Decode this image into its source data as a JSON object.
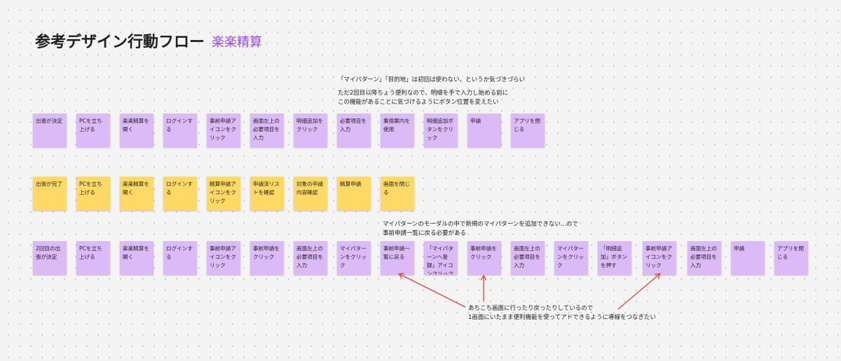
{
  "header": {
    "title": "参考デザイン行動フロー",
    "subtitle": "楽楽精算"
  },
  "notes": {
    "mypattern_comment": "「マイパターン」「目的地」は初回は使わない、というか気づきづらい",
    "second_use_comment": "ただ2回目以降ちょう便利なので、明細を手で入力し始める前に\nこの機能があることに気づけるようにボタン位置を変えたい",
    "modal_comment": "マイパターンのモーダルの中で新規のマイパターンを追加できない...ので\n事前申請一覧に戻る必要がある",
    "navigation_comment": "あちこち画面に行ったり戻ったりしているので\n1画面にいたまま便利機能を使ってアドできるように導線をつなぎたい"
  },
  "rows": {
    "row1": [
      "出張が決定",
      "PCを立ち上げる",
      "楽楽精算を開く",
      "ログインする",
      "事前申請アイコンをクリック",
      "画面左上の必要項目を入力",
      "明細追加をクリック",
      "必要項目を入力",
      "乗換案内を使用",
      "明細追加ボタンをクリック",
      "申請",
      "アプリを閉じる"
    ],
    "row2": [
      "出張が完了",
      "PCを立ち上げる",
      "楽楽精算を開く",
      "ログインする",
      "精算申請アイコンをクリック",
      "申請済リストを確認",
      "対象の申請内容確認",
      "精算申請",
      "画面を閉じる"
    ],
    "row3": [
      "2回目の出張が決定",
      "PCを立ち上げる",
      "楽楽精算を開く",
      "ログインする",
      "事前申請アイコンをクリック",
      "事前申請をクリック",
      "画面左上の必要項目を入力",
      "マイパターンをクリック",
      "事前申請一覧に戻る",
      "「マイパターンへ登録」アイコンクリック",
      "事前申請をクリック",
      "画面左上の必要項目を入力",
      "マイパターンをクリック",
      "「明細追加」ボタンを押す",
      "事前申請アイコンをクリック",
      "画面左上の必要項目を入力",
      "申請",
      "アプリを閉じる"
    ]
  },
  "colors": {
    "purple_sticky": "#dcb9f7",
    "yellow_sticky": "#ffd966",
    "accent": "#9747ff",
    "arrow": "#e8432b"
  }
}
